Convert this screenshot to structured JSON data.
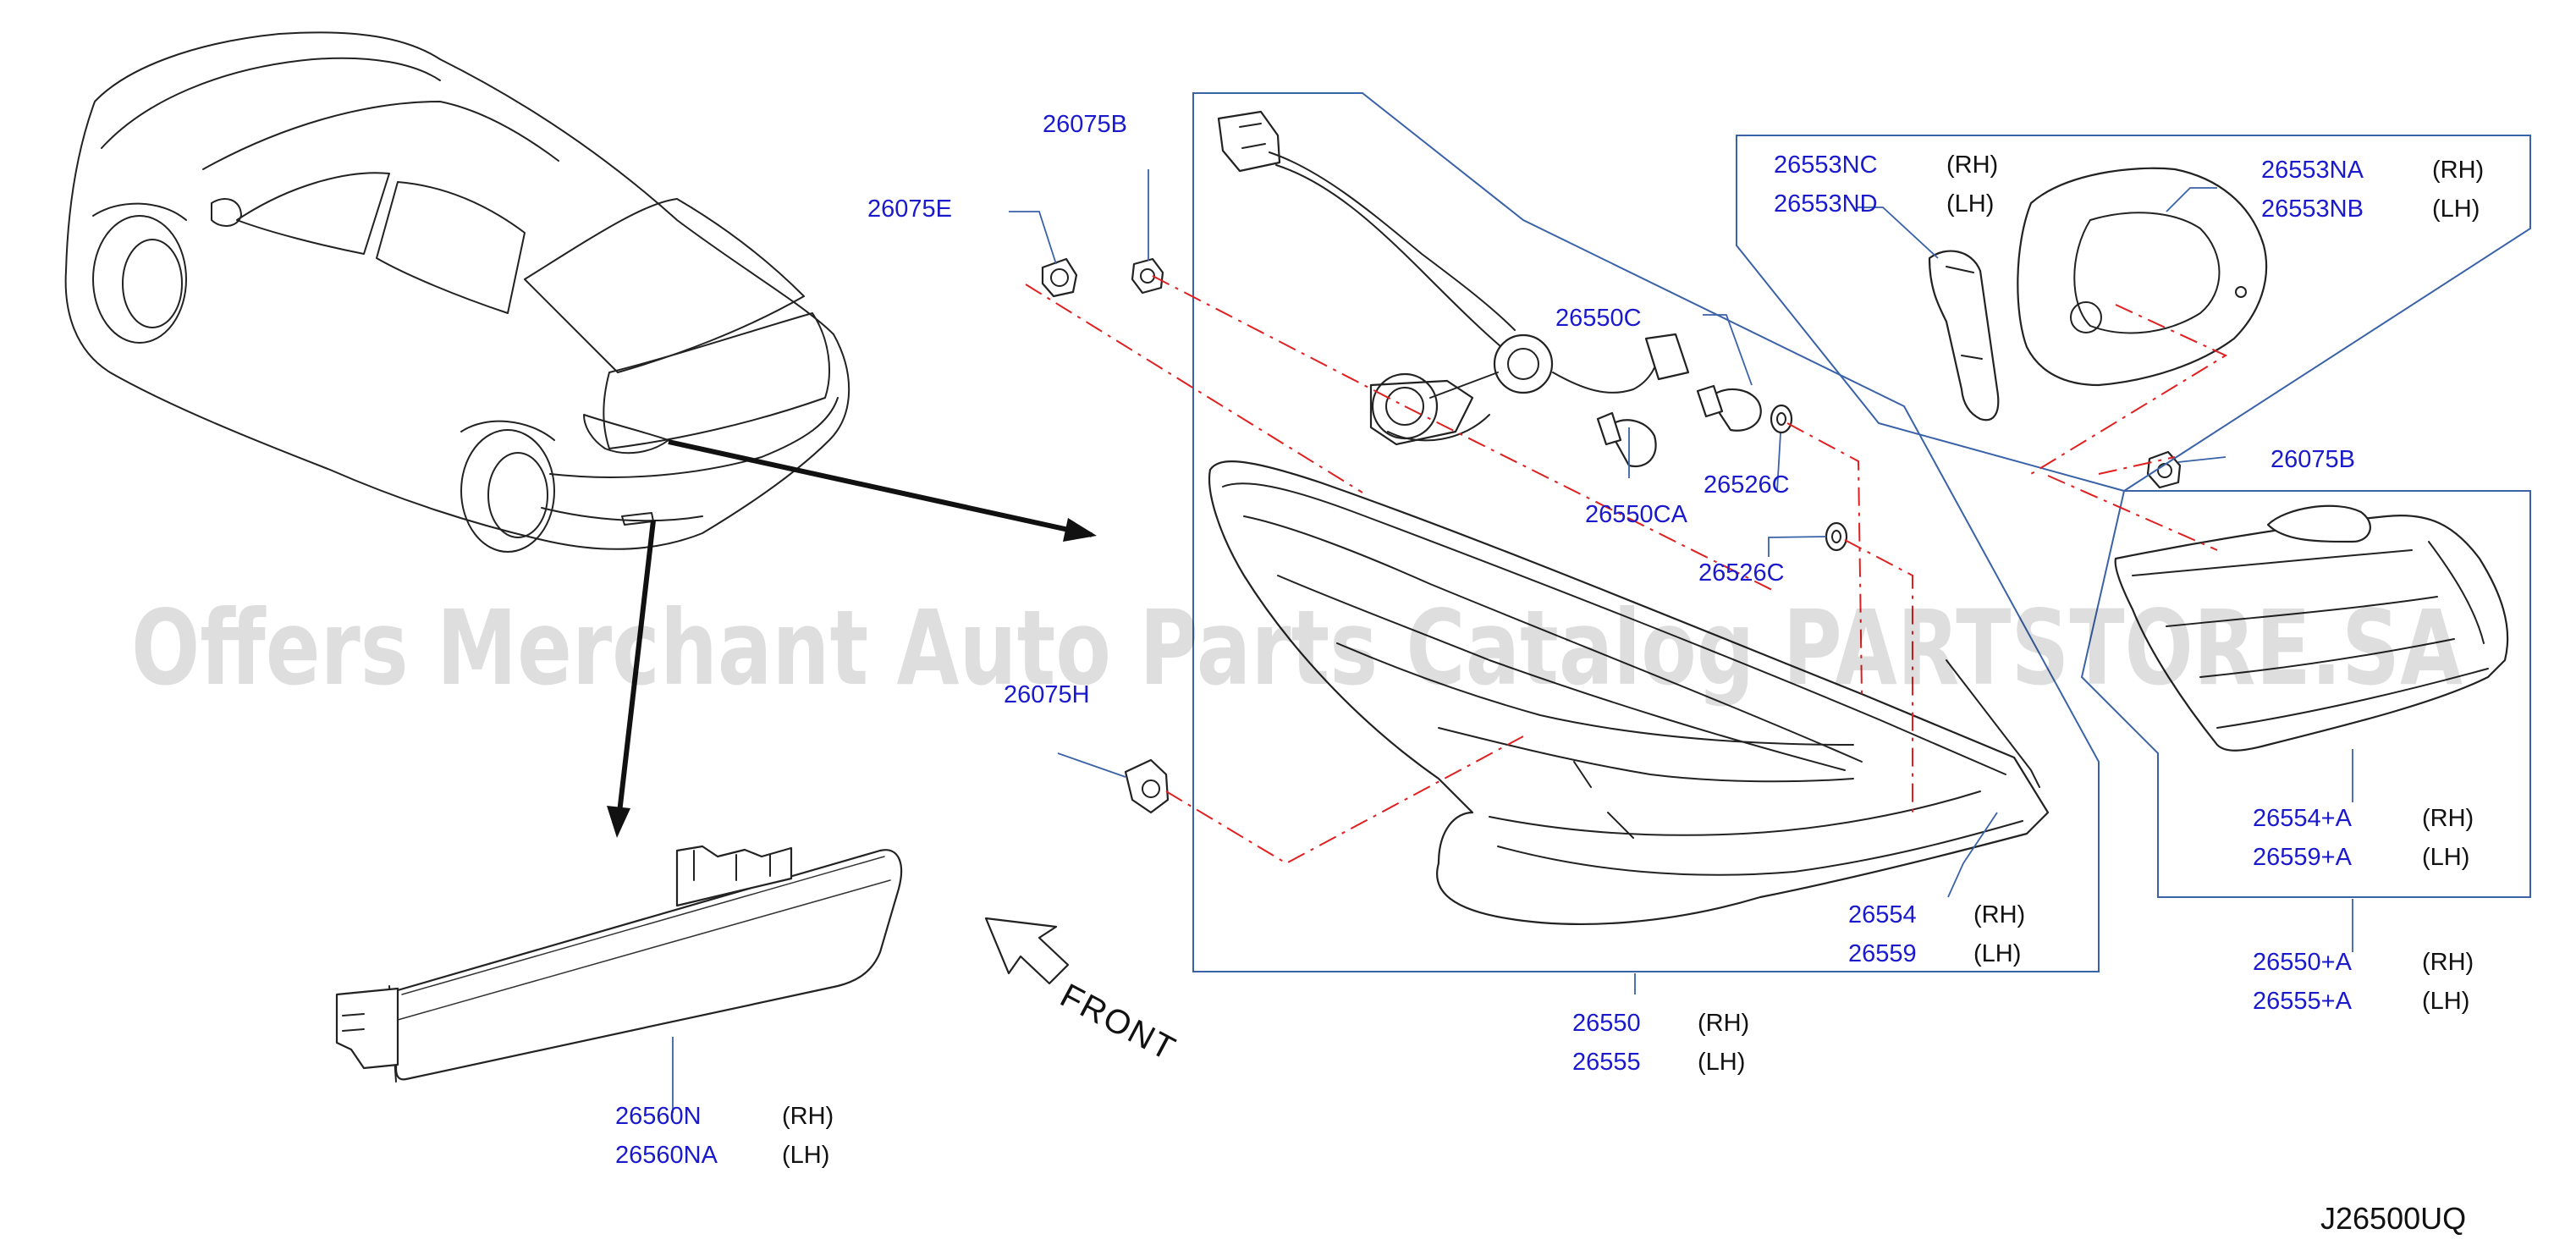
{
  "watermark": "Offers Merchant Auto Parts Catalog PARTSTORE.SA",
  "diagram_code": "J26500UQ",
  "front_label": "FRONT",
  "callouts": {
    "p26075B_top": "26075B",
    "p26075E": "26075E",
    "p26075H": "26075H",
    "p26550C": "26550C",
    "p26550CA": "26550CA",
    "p26526C_a": "26526C",
    "p26526C_b": "26526C",
    "p26553NC": {
      "part": "26553NC",
      "side": "(RH)"
    },
    "p26553ND": {
      "part": "26553ND",
      "side": "(LH)"
    },
    "p26553NA": {
      "part": "26553NA",
      "side": "(RH)"
    },
    "p26553NB": {
      "part": "26553NB",
      "side": "(LH)"
    },
    "p26075B_right": "26075B",
    "p26554A": {
      "part": "26554+A",
      "side": "(RH)"
    },
    "p26559A": {
      "part": "26559+A",
      "side": "(LH)"
    },
    "p26550A": {
      "part": "26550+A",
      "side": "(RH)"
    },
    "p26555A": {
      "part": "26555+A",
      "side": "(LH)"
    },
    "p26554": {
      "part": "26554",
      "side": "(RH)"
    },
    "p26559": {
      "part": "26559",
      "side": "(LH)"
    },
    "p26550": {
      "part": "26550",
      "side": "(RH)"
    },
    "p26555": {
      "part": "26555",
      "side": "(LH)"
    },
    "p26560N": {
      "part": "26560N",
      "side": "(RH)"
    },
    "p26560NA": {
      "part": "26560NA",
      "side": "(LH)"
    }
  },
  "colors": {
    "part_number": "#1a1acc",
    "group_box": "#3a62a8",
    "dashed_link": "#e02020",
    "line_art": "#222222"
  }
}
